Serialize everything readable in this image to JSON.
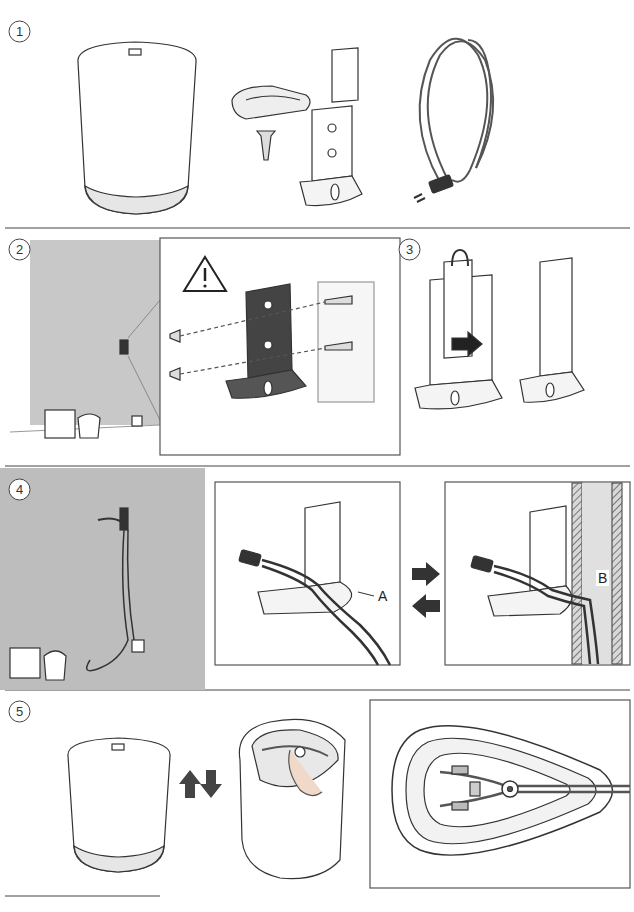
{
  "diagram": {
    "nodes": [
      {
        "text": [
          "1"
        ]
      },
      {
        "text": [
          "2"
        ]
      },
      {
        "text": [
          "3"
        ]
      },
      {
        "text": [
          "4"
        ]
      },
      {
        "text": [
          "5"
        ]
      }
    ],
    "labels": [
      "A",
      "B"
    ]
  }
}
